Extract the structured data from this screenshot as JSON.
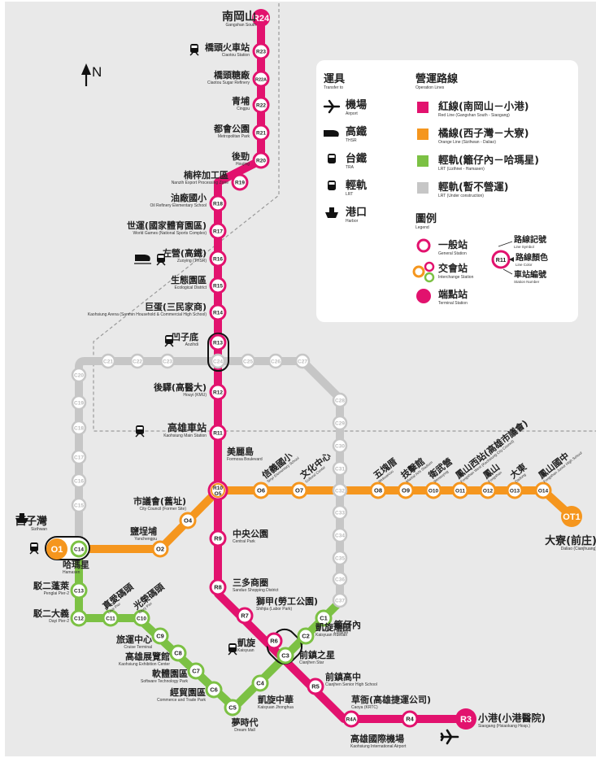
{
  "colors": {
    "red": "#e2126e",
    "orange": "#f5961e",
    "green": "#7cc144",
    "gray": "#c6c6c6",
    "background": "#e9e9e9",
    "text": "#222222"
  },
  "north_label": "N",
  "legend": {
    "transfer_title": "運具",
    "transfer_title_en": "Transfer to",
    "modes": [
      {
        "icon": "airplane-icon",
        "zh": "機場",
        "en": "Airport"
      },
      {
        "icon": "hsr-train-icon",
        "zh": "高鐵",
        "en": "THSR"
      },
      {
        "icon": "tra-train-icon",
        "zh": "台鐵",
        "en": "TRA"
      },
      {
        "icon": "lrt-tram-icon",
        "zh": "輕軌",
        "en": "LRT"
      },
      {
        "icon": "ferry-icon",
        "zh": "港口",
        "en": "Harbor"
      }
    ],
    "lines_title": "營運路線",
    "lines_title_en": "Operation Lines",
    "lines": [
      {
        "color": "#e2126e",
        "zh": "紅線(南岡山－小港)",
        "en": "Red Line (Gangshan South - Siaogang)"
      },
      {
        "color": "#f5961e",
        "zh": "橘線(西子灣－大寮)",
        "en": "Orange Line (Sizihwan - Daliao)"
      },
      {
        "color": "#7cc144",
        "zh": "輕軌(籬仔內－哈瑪星)",
        "en": "LRT (Lizihnei - Hamasen)"
      },
      {
        "color": "#c6c6c6",
        "zh": "輕軌(暫不營運)",
        "en": "LRT (Under construction)"
      }
    ],
    "legend_title": "圖例",
    "legend_title_en": "Legend",
    "general": {
      "zh": "一般站",
      "en": "General Station"
    },
    "interchange": {
      "zh": "交會站",
      "en": "Interchange Station"
    },
    "terminal": {
      "zh": "端點站",
      "en": "Terminal Station"
    },
    "sample_code": "R11",
    "line_symbol": {
      "zh": "路線記號",
      "en": "Line Symbol"
    },
    "line_color": {
      "zh": "路線顏色",
      "en": "Line Color"
    },
    "station_number": {
      "zh": "車站編號",
      "en": "Station Number"
    }
  },
  "red_line": [
    {
      "code": "R24",
      "zh": "南岡山",
      "en": "Gangshan South",
      "terminal": true
    },
    {
      "code": "R23",
      "zh": "橋頭火車站",
      "en": "Ciaotou Station"
    },
    {
      "code": "R22A",
      "zh": "橋頭糖廠",
      "en": "Ciaotou Sugar Refinery"
    },
    {
      "code": "R22",
      "zh": "青埔",
      "en": "Cingpu"
    },
    {
      "code": "R21",
      "zh": "都會公園",
      "en": "Metropolitan Park"
    },
    {
      "code": "R20",
      "zh": "後勁",
      "en": "Houjing"
    },
    {
      "code": "R19",
      "zh": "楠梓加工區",
      "en": "Nanzih Export Processing Zone"
    },
    {
      "code": "R18",
      "zh": "油廠國小",
      "en": "Oil Refinery Elementary School"
    },
    {
      "code": "R17",
      "zh": "世運(國家體育園區)",
      "en": "World Games (National Sports Complex)"
    },
    {
      "code": "R16",
      "zh": "左營(高鐵)",
      "en": "Zuoying (THSR)"
    },
    {
      "code": "R15",
      "zh": "生態園區",
      "en": "Ecological District"
    },
    {
      "code": "R14",
      "zh": "巨蛋(三民家商)",
      "en": "Kaohsiung Arena (Sanmin Household & Commercial High School)"
    },
    {
      "code": "R13",
      "zh": "凹子底",
      "en": "Aozihdi"
    },
    {
      "code": "R12",
      "zh": "後驛(高醫大)",
      "en": "Houyi (KMU)"
    },
    {
      "code": "R11",
      "zh": "高雄車站",
      "en": "Kaohsiung Main Station"
    },
    {
      "code": "R10 O5",
      "zh": "美麗島",
      "en": "Formosa Boulevard"
    },
    {
      "code": "R9",
      "zh": "中央公園",
      "en": "Central Park"
    },
    {
      "code": "R8",
      "zh": "三多商圈",
      "en": "Sanduo Shopping District"
    },
    {
      "code": "R7",
      "zh": "獅甲(勞工公園)",
      "en": "Shihjia (Labor Park)"
    },
    {
      "code": "R6",
      "zh": "凱旋",
      "en": "Kaisyuan"
    },
    {
      "code": "R5",
      "zh": "前鎮高中",
      "en": "Cianjhen Senior High School"
    },
    {
      "code": "R4A",
      "zh": "草衙(高雄捷運公司)",
      "en": "Caoya (KRTC)"
    },
    {
      "code": "R4",
      "zh": "高雄國際機場",
      "en": "Kaohsiung International Airport"
    },
    {
      "code": "R3",
      "zh": "小港(小港醫院)",
      "en": "Siaogang (Hsiaokang Hosp.)",
      "terminal": true
    }
  ],
  "orange_line": [
    {
      "code": "O1",
      "zh": "西子灣",
      "en": "Sizihwan",
      "terminal": true
    },
    {
      "code": "O2",
      "zh": "鹽埕埔",
      "en": "Yanchengpu"
    },
    {
      "code": "O4",
      "zh": "市議會(舊址)",
      "en": "City Council (Former Site)"
    },
    {
      "code": "O6",
      "zh": "信義國小",
      "en": "Sinyi Elementary School"
    },
    {
      "code": "O7",
      "zh": "文化中心",
      "en": "Cultural Center"
    },
    {
      "code": "O8",
      "zh": "五塊厝",
      "en": "Wukuaicuo"
    },
    {
      "code": "O9",
      "zh": "技擊館",
      "en": "Martial Arts Stadium"
    },
    {
      "code": "O10",
      "zh": "衛武營",
      "en": "Weiwuying"
    },
    {
      "code": "O11",
      "zh": "鳳山西站(高雄市議會)",
      "en": "Fongshan West (Kaohsiung City Council)"
    },
    {
      "code": "O12",
      "zh": "鳳山",
      "en": "Fongshan"
    },
    {
      "code": "O13",
      "zh": "大東",
      "en": "Dadong"
    },
    {
      "code": "O14",
      "zh": "鳳山國中",
      "en": "Fongshan Junior High School"
    },
    {
      "code": "OT1",
      "zh": "大寮(前庄)",
      "en": "Daliao (Cianjhuang)",
      "terminal": true
    }
  ],
  "lrt_line": [
    {
      "code": "C14",
      "zh": "哈瑪星",
      "en": "Hamasen"
    },
    {
      "code": "C13",
      "zh": "駁二蓬萊",
      "en": "Penglai Pier-2"
    },
    {
      "code": "C12",
      "zh": "駁二大義",
      "en": "Dayi Pier-2"
    },
    {
      "code": "C11",
      "zh": "真愛碼頭",
      "en": "Love Pier"
    },
    {
      "code": "C10",
      "zh": "光榮碼頭",
      "en": "Glory Pier"
    },
    {
      "code": "C9",
      "zh": "旅運中心",
      "en": "Cruise Terminal"
    },
    {
      "code": "C8",
      "zh": "高雄展覽館",
      "en": "Kaohsiung Exhibition Center"
    },
    {
      "code": "C7",
      "zh": "軟體園區",
      "en": "Software Technology Park"
    },
    {
      "code": "C6",
      "zh": "經貿園區",
      "en": "Commerce and Trade Park"
    },
    {
      "code": "C5",
      "zh": "夢時代",
      "en": "Dream Mall"
    },
    {
      "code": "C4",
      "zh": "凱旋中華",
      "en": "Kaisyuan Jhonghua"
    },
    {
      "code": "C3",
      "zh": "前鎮之星",
      "en": "Cianjhen Star"
    },
    {
      "code": "C2",
      "zh": "凱旋瑞田",
      "en": "Kaisyuan Ruetian"
    },
    {
      "code": "C1",
      "zh": "籬仔內",
      "en": "Lizihnei"
    }
  ],
  "lrt_future": [
    "C37",
    "C36",
    "C35",
    "C34",
    "C33",
    "C32",
    "C31",
    "C30",
    "C29",
    "C28",
    "C27",
    "C26",
    "C25",
    "C24",
    "C23",
    "C22",
    "C21",
    "C20",
    "C19",
    "C18",
    "C17",
    "C16",
    "C15"
  ]
}
